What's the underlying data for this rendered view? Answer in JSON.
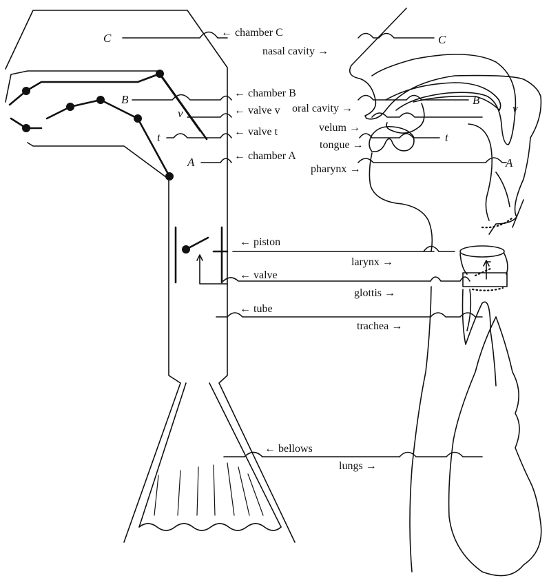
{
  "model_labels": {
    "chamber_c": "chamber",
    "chamber_c_var": "C",
    "chamber_b": "chamber",
    "chamber_b_var": "B",
    "valve_v": "valve",
    "valve_v_var": "v",
    "valve_t": "valve",
    "valve_t_var": "t",
    "chamber_a": "chamber",
    "chamber_a_var": "A",
    "piston": "piston",
    "valve": "valve",
    "tube": "tube",
    "bellows": "bellows"
  },
  "anatomy_labels": {
    "nasal_cavity": "nasal cavity",
    "oral_cavity": "oral cavity",
    "velum": "velum",
    "tongue": "tongue",
    "pharynx": "pharynx",
    "larynx": "larynx",
    "glottis": "glottis",
    "trachea": "trachea",
    "lungs": "lungs"
  },
  "side_letters": {
    "c_left": "C",
    "b_left": "B",
    "v_left": "v",
    "t_left": "t",
    "a_left": "A",
    "c_right": "C",
    "b_right": "B",
    "v_right": "v",
    "t_right": "t",
    "a_right": "A"
  },
  "arrows": {
    "left": "←",
    "right": "→"
  }
}
